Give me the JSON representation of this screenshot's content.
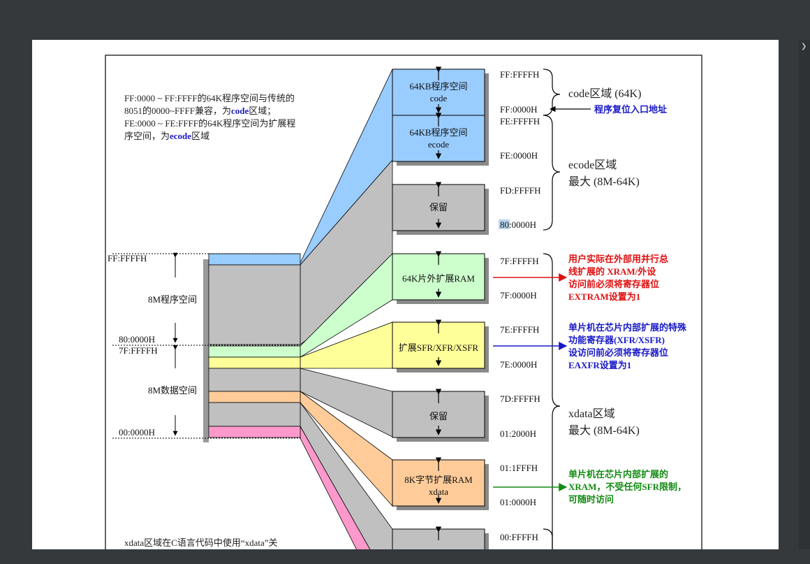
{
  "viewer": {
    "arrow_glyph": "❯"
  },
  "notes": {
    "top_line1": "FF:0000 ~ FF:FFFF的64K程序空间与传统的",
    "top_line2_a": "8051的0000~FFFF兼容，为",
    "top_line2_kw": "code",
    "top_line2_b": "区域；",
    "top_line3": "FE:0000 ~ FE:FFFF的64K程序空间为扩展程",
    "top_line4_a": "序空间，为",
    "top_line4_kw": "ecode",
    "top_line4_b": "区域",
    "bottom_line": "xdata区域在C语言代码中使用“xdata”关"
  },
  "left_axis": {
    "ff_ffff": "FF:FFFFH",
    "program_space": "8M程序空间",
    "addr_80": "80:0000H",
    "addr_7f": "7F:FFFFH",
    "data_space": "8M数据空间",
    "addr_00": "00:0000H"
  },
  "blocks": {
    "code": {
      "line1": "64KB程序空间",
      "line2": "code"
    },
    "ecode": {
      "line1": "64KB程序空间",
      "line2": "ecode"
    },
    "reserved1": {
      "line1": "保留"
    },
    "ext_ram": {
      "line1": "64K片外扩展RAM"
    },
    "sfr": {
      "line1": "扩展SFR/XFR/XSFR"
    },
    "reserved2": {
      "line1": "保留"
    },
    "xdata": {
      "line1": "8K字节扩展RAM",
      "line2": "xdata"
    }
  },
  "addresses": {
    "a1": "FF:FFFFH",
    "a2": "FF:0000H",
    "a3": "FE:FFFFH",
    "a4": "FE:0000H",
    "a5": "FD:FFFFH",
    "a6_hl": "80",
    "a6_rest": ":0000H",
    "a7": "7F:FFFFH",
    "a8": "7F:0000H",
    "a9": "7E:FFFFH",
    "a10": "7E:0000H",
    "a11": "7D:FFFFH",
    "a12": "01:2000H",
    "a13": "01:1FFFH",
    "a14": "01:0000H",
    "a15": "00:FFFFH"
  },
  "regions": {
    "code": "code区域  (64K)",
    "reset_entry": "程序复位入口地址",
    "ecode_line1": "ecode区域",
    "ecode_line2": "最大 (8M-64K)",
    "xdata_line1": "xdata区域",
    "xdata_line2": "最大 (8M-64K)"
  },
  "annotations": {
    "red": [
      "用户实际在外部用并行总",
      "线扩展的 XRAM/外设",
      "访问前必须将寄存器位",
      "EXTRAM设置为1"
    ],
    "blue": [
      "单片机在芯片内部扩展的特殊",
      "功能寄存器(XFR/XSFR)",
      "设访问前必须将寄存器位",
      "EAXFR设置为1"
    ],
    "green": [
      "单片机在芯片内部扩展的",
      "XRAM，不受任何SFR限制，",
      "可随时访问"
    ]
  },
  "colors": {
    "code_blue": "#99ccff",
    "reserved_gray": "#c0c0c0",
    "green_ram": "#ccffcc",
    "sfr_yellow": "#ffff99",
    "xdata_orange": "#ffcc99",
    "pink": "#ff99cc",
    "annot_red": "#e01010",
    "annot_blue": "#1a1ac8",
    "annot_green": "#138a13"
  }
}
